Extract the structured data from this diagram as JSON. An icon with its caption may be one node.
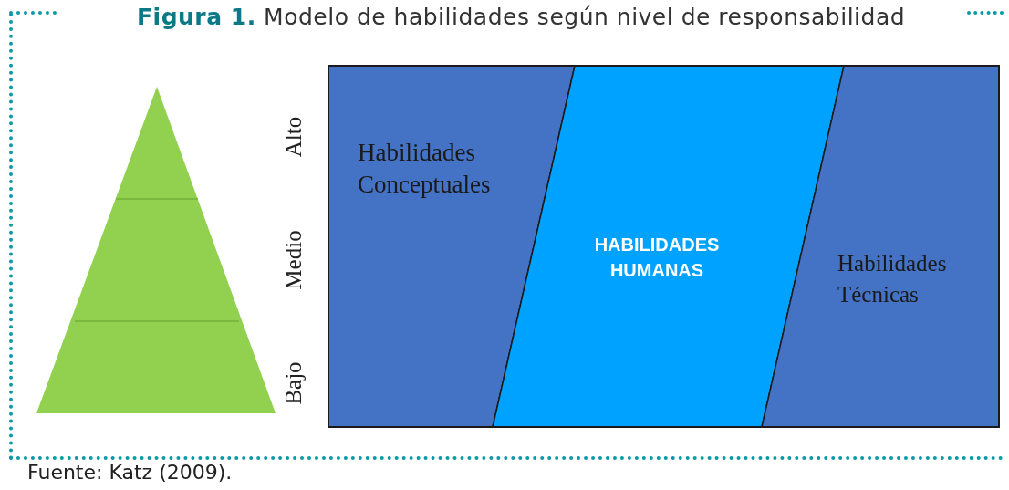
{
  "diagram": {
    "title": "**Figura 1.** Modelo de habilidades según nivel de responsabilidad",
    "caption": "Fuente: Katz (2009).",
    "nodes": [
      {
        "text": [
          "Habilidades Conceptuales"
        ]
      },
      {
        "text": [
          "HABILIDADES HUMANAS"
        ]
      },
      {
        "text": [
          "Habilidades Técnicas"
        ]
      }
    ],
    "labels": [
      "Alto",
      "Medio",
      "Bajo"
    ]
  }
}
